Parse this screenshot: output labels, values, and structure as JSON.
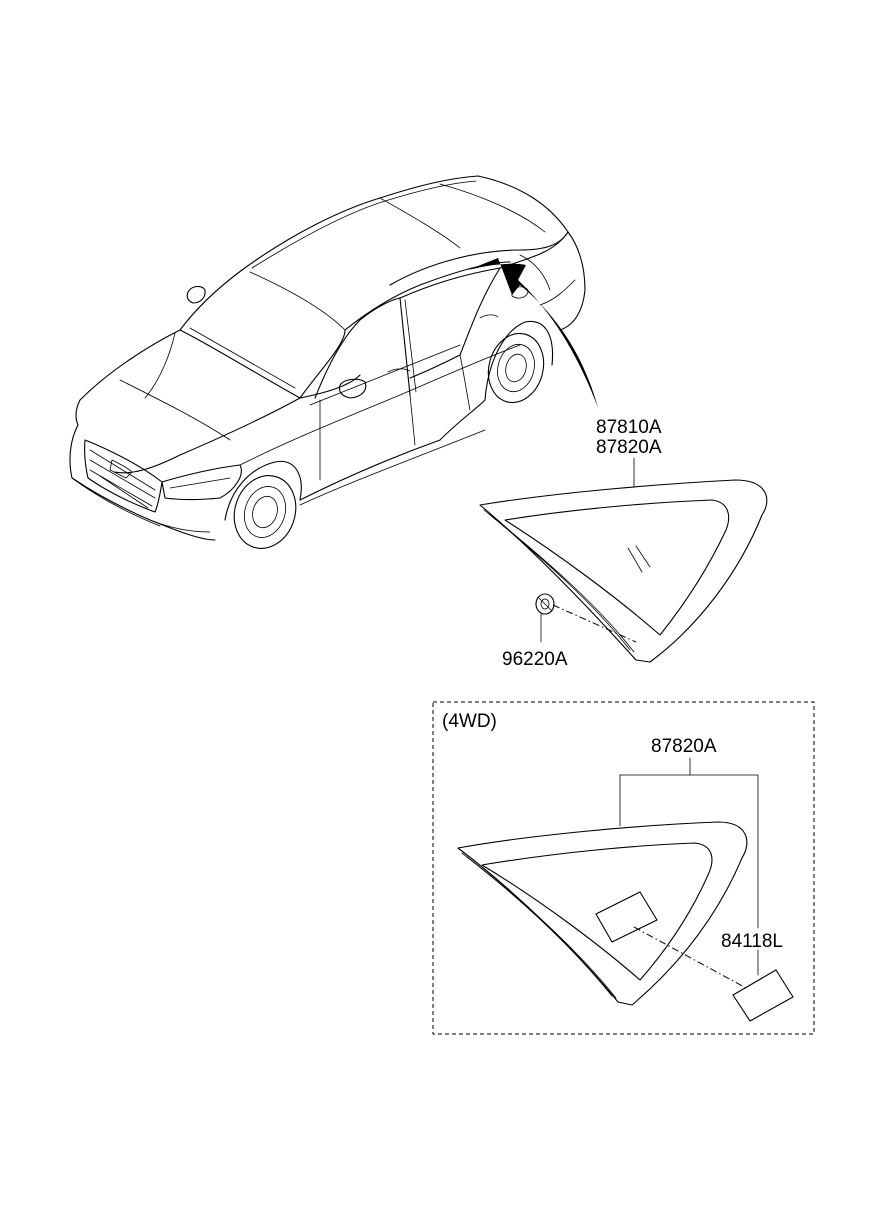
{
  "diagram": {
    "labels": {
      "main_part_a": "87810A",
      "main_part_b": "87820A",
      "clip_part": "96220A",
      "variant_box_title": "(4WD)",
      "variant_glass_part": "87820A",
      "variant_sticker_part": "84118L"
    },
    "icons": {
      "car": "car-illustration-icon",
      "arrow": "curved-arrow-icon",
      "glass": "quarter-glass-icon",
      "clip": "clip-fastener-icon",
      "sticker": "label-sticker-icon"
    },
    "colors": {
      "line": "#000000",
      "background": "#ffffff"
    }
  }
}
